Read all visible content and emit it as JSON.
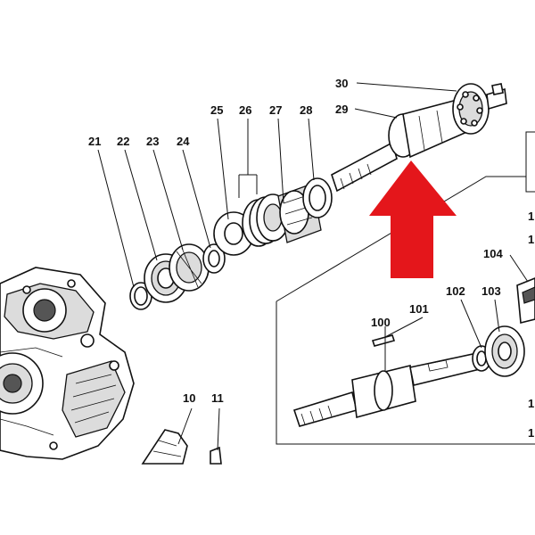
{
  "callouts": {
    "c10": "10",
    "c11": "11",
    "c21": "21",
    "c22": "22",
    "c23": "23",
    "c24": "24",
    "c25": "25",
    "c26": "26",
    "c27": "27",
    "c28": "28",
    "c29": "29",
    "c30": "30",
    "c100": "100",
    "c101": "101",
    "c102": "102",
    "c103": "103",
    "c104": "104",
    "edge1": "1",
    "edge2": "1",
    "edge3": "1",
    "edge4": "1"
  },
  "colors": {
    "arrow": "#e4161b",
    "ink": "#111111",
    "background": "#ffffff"
  },
  "icons": {
    "pointer": "up-arrow-icon"
  }
}
